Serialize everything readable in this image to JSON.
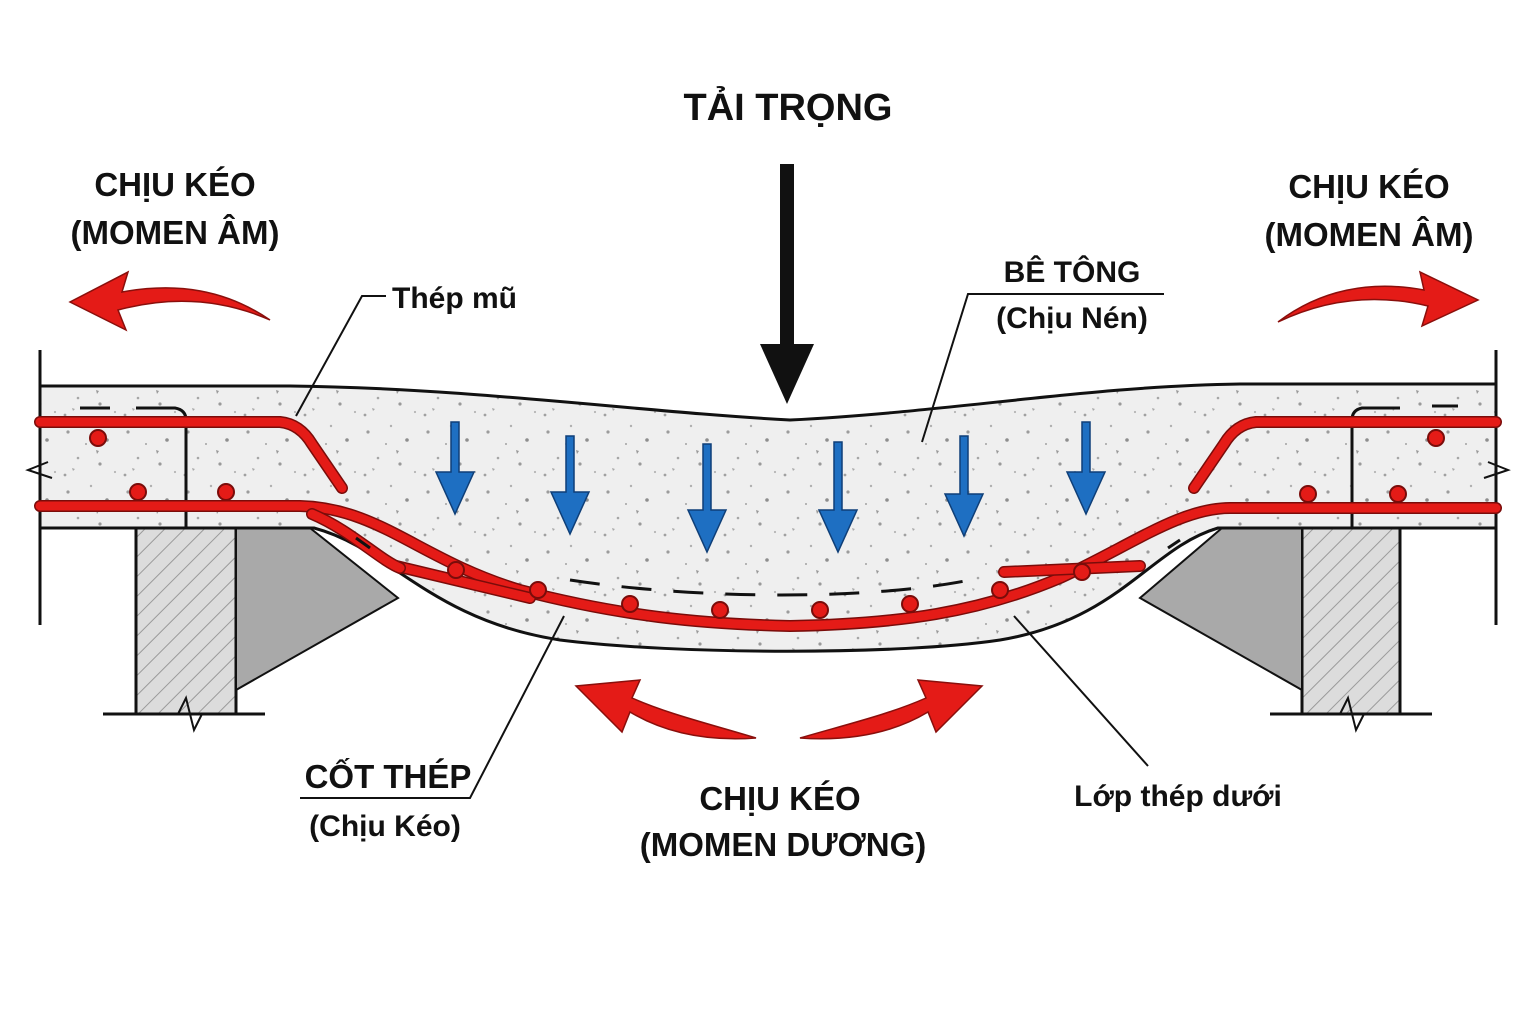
{
  "labels": {
    "load": "TẢI TRỌNG",
    "tension_left_1": "CHỊU KÉO",
    "tension_left_2": "(MOMEN ÂM)",
    "tension_right_1": "CHỊU KÉO",
    "tension_right_2": "(MOMEN ÂM)",
    "top_steel": "Thép mũ",
    "concrete_1": "BÊ TÔNG",
    "concrete_2": "(Chịu Nén)",
    "rebar_1": "CỐT THÉP",
    "rebar_2": "(Chịu Kéo)",
    "positive_1": "CHỊU KÉO",
    "positive_2": "(MOMEN DƯƠNG)",
    "bottom_layer": "Lớp thép dưới"
  },
  "colors": {
    "steel": "#e41b17",
    "compression_arrow": "#1e6fc2",
    "tension_arrow": "#e41b17",
    "load_arrow": "#111111",
    "concrete": "#eeeeee",
    "support": "#d6d6d6",
    "haunch": "#a9a9a9"
  },
  "icons": {
    "load": "down-arrow-icon",
    "compression": "down-arrow-icon",
    "tension": "curved-arrow-icon"
  }
}
